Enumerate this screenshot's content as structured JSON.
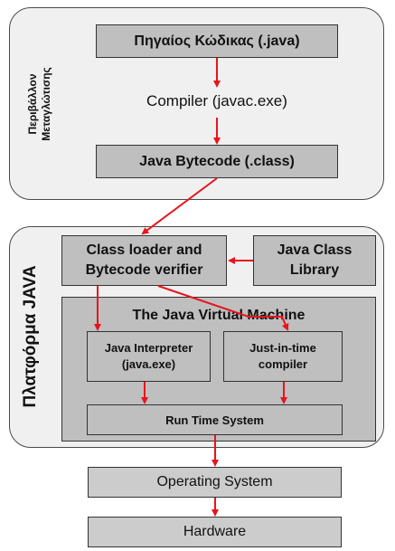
{
  "compile_env": {
    "label_line1": "Περιβάλλον",
    "label_line2": "Μεταγλώτισης",
    "source_code": "Πηγαίος Κώδικας (.java)",
    "compiler": "Compiler (javac.exe)",
    "bytecode": "Java Bytecode (.class)"
  },
  "java_platform": {
    "label": "Πλατφόρμα JAVA",
    "class_loader_line1": "Class loader and",
    "class_loader_line2": "Bytecode verifier",
    "class_library_line1": "Java Class",
    "class_library_line2": "Library",
    "jvm": {
      "title": "The Java Virtual Machine",
      "interpreter_line1": "Java Interpreter",
      "interpreter_line2": "(java.exe)",
      "jit_line1": "Just-in-time",
      "jit_line2": "compiler",
      "runtime": "Run Time System"
    }
  },
  "os": "Operating System",
  "hardware": "Hardware",
  "colors": {
    "arrow": "#e8141c",
    "panel_bg": "#f0f0f0",
    "box_gray": "#bfbfbf",
    "os_gray": "#cccccc"
  }
}
